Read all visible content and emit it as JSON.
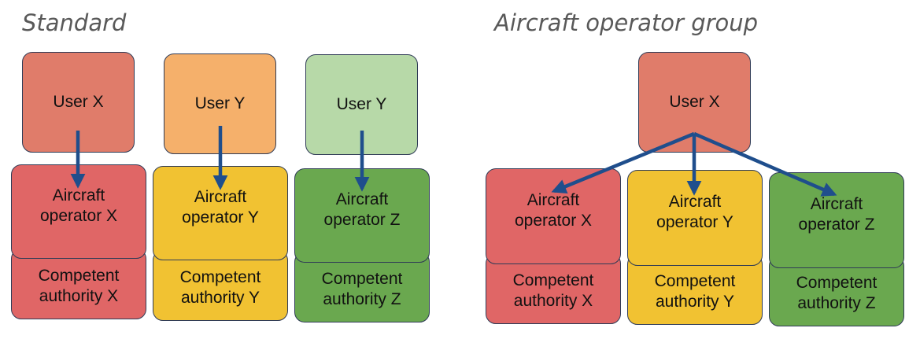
{
  "colors": {
    "user_x": "#e07c6a",
    "user_y_orange": "#f5b06b",
    "user_y_green": "#b7d9a8",
    "operator_red": "#e06666",
    "operator_yellow": "#f1c232",
    "operator_green": "#6aa84f",
    "arrow": "#1f4e8c",
    "border": "#2f3b56"
  },
  "standard": {
    "title": "Standard",
    "columns": [
      {
        "user": "User X",
        "operator": "Aircraft\noperator X",
        "authority": "Competent\nauthority X"
      },
      {
        "user": "User Y",
        "operator": "Aircraft\noperator Y",
        "authority": "Competent\nauthority Y"
      },
      {
        "user": "User Y",
        "operator": "Aircraft\noperator Z",
        "authority": "Competent\nauthority Z"
      }
    ]
  },
  "group": {
    "title": "Aircraft operator group",
    "user": "User X",
    "columns": [
      {
        "operator": "Aircraft\noperator X",
        "authority": "Competent\nauthority X"
      },
      {
        "operator": "Aircraft\noperator Y",
        "authority": "Competent\nauthority Y"
      },
      {
        "operator": "Aircraft\noperator Z",
        "authority": "Competent\nauthority Z"
      }
    ]
  }
}
